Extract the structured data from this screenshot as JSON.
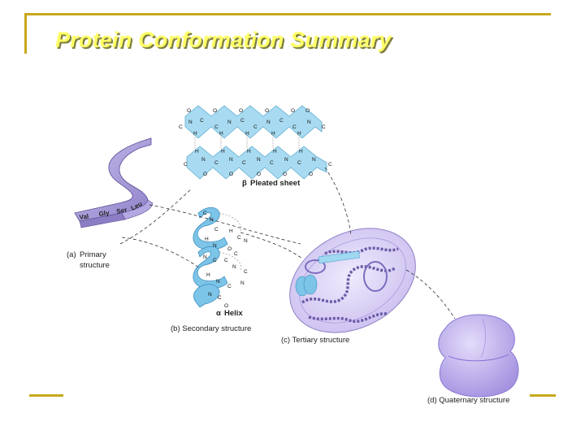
{
  "title": "Protein Conformation Summary",
  "figure": {
    "primary_label_letter": "(a)",
    "primary_label": "Primary",
    "primary_label_line2": "structure",
    "residues": [
      "Val",
      "Gly",
      "Ser",
      "Leu"
    ],
    "pleated_symbol": "β",
    "pleated_label": "Pleated sheet",
    "helix_symbol": "α",
    "helix_label": "Helix",
    "secondary_label": "(b) Secondary structure",
    "tertiary_label": "(c) Tertiary structure",
    "quaternary_label": "(d) Quaternary structure"
  },
  "colors": {
    "frame": "#c8a81c",
    "title": "#ffff66",
    "sheet": "#9fd8f0",
    "helix": "#7cc4e8",
    "primary_ribbon": "#a89ad8",
    "quaternary": "#b9a7ea"
  }
}
